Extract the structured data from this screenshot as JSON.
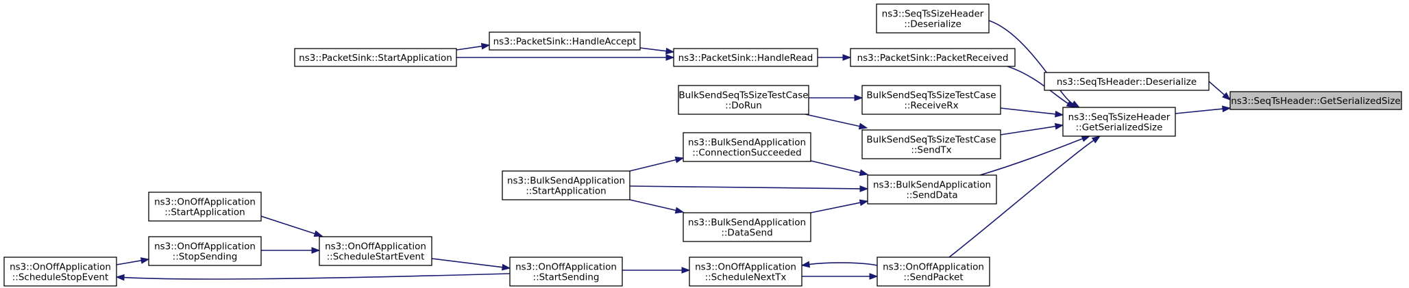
{
  "nodes": [
    {
      "id": "root",
      "lines": [
        "ns3::SeqTsHeader::GetSerializedSize"
      ]
    },
    {
      "id": "sts_deser",
      "lines": [
        "ns3::SeqTsHeader::Deserialize"
      ]
    },
    {
      "id": "stss_gss",
      "lines": [
        "ns3::SeqTsSizeHeader",
        "::GetSerializedSize"
      ]
    },
    {
      "id": "stss_deser",
      "lines": [
        "ns3::SeqTsSizeHeader",
        "::Deserialize"
      ]
    },
    {
      "id": "ps_recv",
      "lines": [
        "ns3::PacketSink::PacketReceived"
      ]
    },
    {
      "id": "ps_read",
      "lines": [
        "ns3::PacketSink::HandleRead"
      ]
    },
    {
      "id": "ps_accept",
      "lines": [
        "ns3::PacketSink::HandleAccept"
      ]
    },
    {
      "id": "ps_start",
      "lines": [
        "ns3::PacketSink::StartApplication"
      ]
    },
    {
      "id": "tc_rx",
      "lines": [
        "BulkSendSeqTsSizeTestCase",
        "::ReceiveRx"
      ]
    },
    {
      "id": "tc_run",
      "lines": [
        "BulkSendSeqTsSizeTestCase",
        "::DoRun"
      ]
    },
    {
      "id": "tc_tx",
      "lines": [
        "BulkSendSeqTsSizeTestCase",
        "::SendTx"
      ]
    },
    {
      "id": "bs_senddata",
      "lines": [
        "ns3::BulkSendApplication",
        "::SendData"
      ]
    },
    {
      "id": "bs_conn",
      "lines": [
        "ns3::BulkSendApplication",
        "::ConnectionSucceeded"
      ]
    },
    {
      "id": "bs_start",
      "lines": [
        "ns3::BulkSendApplication",
        "::StartApplication"
      ]
    },
    {
      "id": "bs_datasend",
      "lines": [
        "ns3::BulkSendApplication",
        "::DataSend"
      ]
    },
    {
      "id": "oo_sendpkt",
      "lines": [
        "ns3::OnOffApplication",
        "::SendPacket"
      ]
    },
    {
      "id": "oo_schednext",
      "lines": [
        "ns3::OnOffApplication",
        "::ScheduleNextTx"
      ]
    },
    {
      "id": "oo_startsend",
      "lines": [
        "ns3::OnOffApplication",
        "::StartSending"
      ]
    },
    {
      "id": "oo_schedstart",
      "lines": [
        "ns3::OnOffApplication",
        "::ScheduleStartEvent"
      ]
    },
    {
      "id": "oo_startapp",
      "lines": [
        "ns3::OnOffApplication",
        "::StartApplication"
      ]
    },
    {
      "id": "oo_stopsend",
      "lines": [
        "ns3::OnOffApplication",
        "::StopSending"
      ]
    },
    {
      "id": "oo_schedstop",
      "lines": [
        "ns3::OnOffApplication",
        "::ScheduleStopEvent"
      ]
    }
  ],
  "edges": [
    {
      "from": "sts_deser",
      "to": "root"
    },
    {
      "from": "stss_gss",
      "to": "root"
    },
    {
      "from": "stss_deser",
      "to": "stss_gss"
    },
    {
      "from": "ps_recv",
      "to": "stss_gss"
    },
    {
      "from": "tc_rx",
      "to": "stss_gss"
    },
    {
      "from": "tc_tx",
      "to": "stss_gss"
    },
    {
      "from": "bs_senddata",
      "to": "stss_gss"
    },
    {
      "from": "oo_sendpkt",
      "to": "stss_gss"
    },
    {
      "from": "ps_read",
      "to": "ps_recv"
    },
    {
      "from": "ps_accept",
      "to": "ps_read"
    },
    {
      "from": "ps_start",
      "to": "ps_read"
    },
    {
      "from": "ps_start",
      "to": "ps_accept"
    },
    {
      "from": "tc_run",
      "to": "tc_rx"
    },
    {
      "from": "tc_run",
      "to": "tc_tx"
    },
    {
      "from": "bs_conn",
      "to": "bs_senddata"
    },
    {
      "from": "bs_start",
      "to": "bs_senddata"
    },
    {
      "from": "bs_datasend",
      "to": "bs_senddata"
    },
    {
      "from": "bs_start",
      "to": "bs_conn"
    },
    {
      "from": "bs_start",
      "to": "bs_datasend"
    },
    {
      "from": "oo_schednext",
      "to": "oo_sendpkt"
    },
    {
      "from": "oo_sendpkt",
      "to": "oo_schednext"
    },
    {
      "from": "oo_startsend",
      "to": "oo_schednext"
    },
    {
      "from": "oo_schedstart",
      "to": "oo_startsend"
    },
    {
      "from": "oo_startapp",
      "to": "oo_schedstart"
    },
    {
      "from": "oo_stopsend",
      "to": "oo_schedstart"
    },
    {
      "from": "oo_schedstop",
      "to": "oo_stopsend"
    },
    {
      "from": "oo_startsend",
      "to": "oo_schedstop"
    }
  ],
  "colors": {
    "edge": "#191970",
    "root_fill": "#bfbfbf",
    "node_fill": "#ffffff",
    "node_border": "#000000"
  }
}
